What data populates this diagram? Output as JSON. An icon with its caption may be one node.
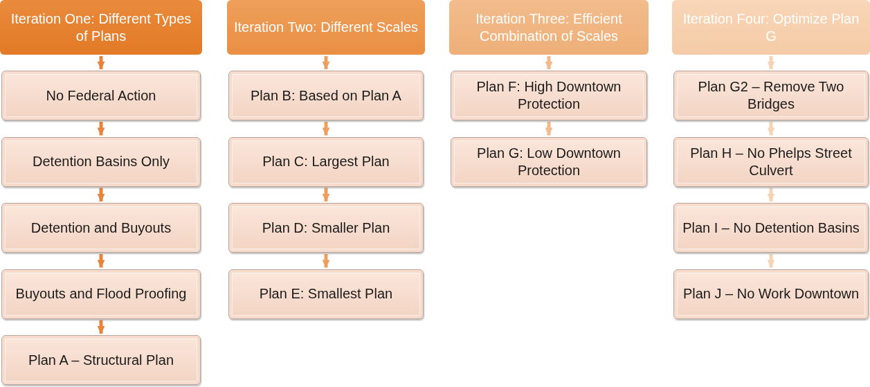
{
  "diagram": {
    "nodes": [
      {
        "text": [
          "Iteration One:  Different Types of Plans"
        ]
      },
      {
        "text": [
          "No Federal Action"
        ]
      },
      {
        "text": [
          "Detention Basins Only"
        ]
      },
      {
        "text": [
          "Detention and Buyouts"
        ]
      },
      {
        "text": [
          "Buyouts and Flood Proofing"
        ]
      },
      {
        "text": [
          "Plan A – Structural Plan"
        ]
      },
      {
        "text": [
          "Iteration Two:  Different Scales"
        ]
      },
      {
        "text": [
          "Plan B: Based on Plan A"
        ]
      },
      {
        "text": [
          "Plan C:  Largest Plan"
        ]
      },
      {
        "text": [
          "Plan D:  Smaller Plan"
        ]
      },
      {
        "text": [
          "Plan E:  Smallest Plan"
        ]
      },
      {
        "text": [
          "Iteration Three:  Efficient Combination of Scales"
        ]
      },
      {
        "text": [
          "Plan F: High Downtown Protection"
        ]
      },
      {
        "text": [
          "Plan G: Low Downtown Protection"
        ]
      },
      {
        "text": [
          "Iteration Four:  Optimize Plan G"
        ]
      },
      {
        "text": [
          "Plan G2 – Remove Two Bridges"
        ]
      },
      {
        "text": [
          "Plan H – No Phelps Street Culvert"
        ]
      },
      {
        "text": [
          "Plan I – No Detention Basins"
        ]
      },
      {
        "text": [
          "Plan J – No Work Downtown"
        ]
      }
    ],
    "edges": [
      {
        "from": 0,
        "to": 1,
        "arrow": "to"
      },
      {
        "from": 1,
        "to": 2,
        "arrow": "to"
      },
      {
        "from": 2,
        "to": 3,
        "arrow": "to"
      },
      {
        "from": 3,
        "to": 4,
        "arrow": "to"
      },
      {
        "from": 4,
        "to": 5,
        "arrow": "to"
      },
      {
        "from": 6,
        "to": 7,
        "arrow": "to",
        "color": "#ef9e5c"
      },
      {
        "from": 7,
        "to": 8,
        "arrow": "to",
        "color": "#ef9e5c"
      },
      {
        "from": 8,
        "to": 9,
        "arrow": "to",
        "color": "#ef9e5c"
      },
      {
        "from": 9,
        "to": 10,
        "arrow": "to",
        "color": "#ef9e5c"
      },
      {
        "from": 11,
        "to": 12,
        "arrow": "to",
        "color": "#f2b98a"
      },
      {
        "from": 12,
        "to": 13,
        "arrow": "to",
        "color": "#f2b98a"
      },
      {
        "from": 14,
        "to": 15,
        "arrow": "to",
        "color": "#f7d3b5"
      },
      {
        "from": 15,
        "to": 16,
        "arrow": "to",
        "color": "#f7d3b5"
      },
      {
        "from": 16,
        "to": 17,
        "arrow": "to",
        "color": "#f7d3b5"
      },
      {
        "from": 17,
        "to": 18,
        "arrow": "to",
        "color": "#f7d3b5"
      }
    ]
  }
}
